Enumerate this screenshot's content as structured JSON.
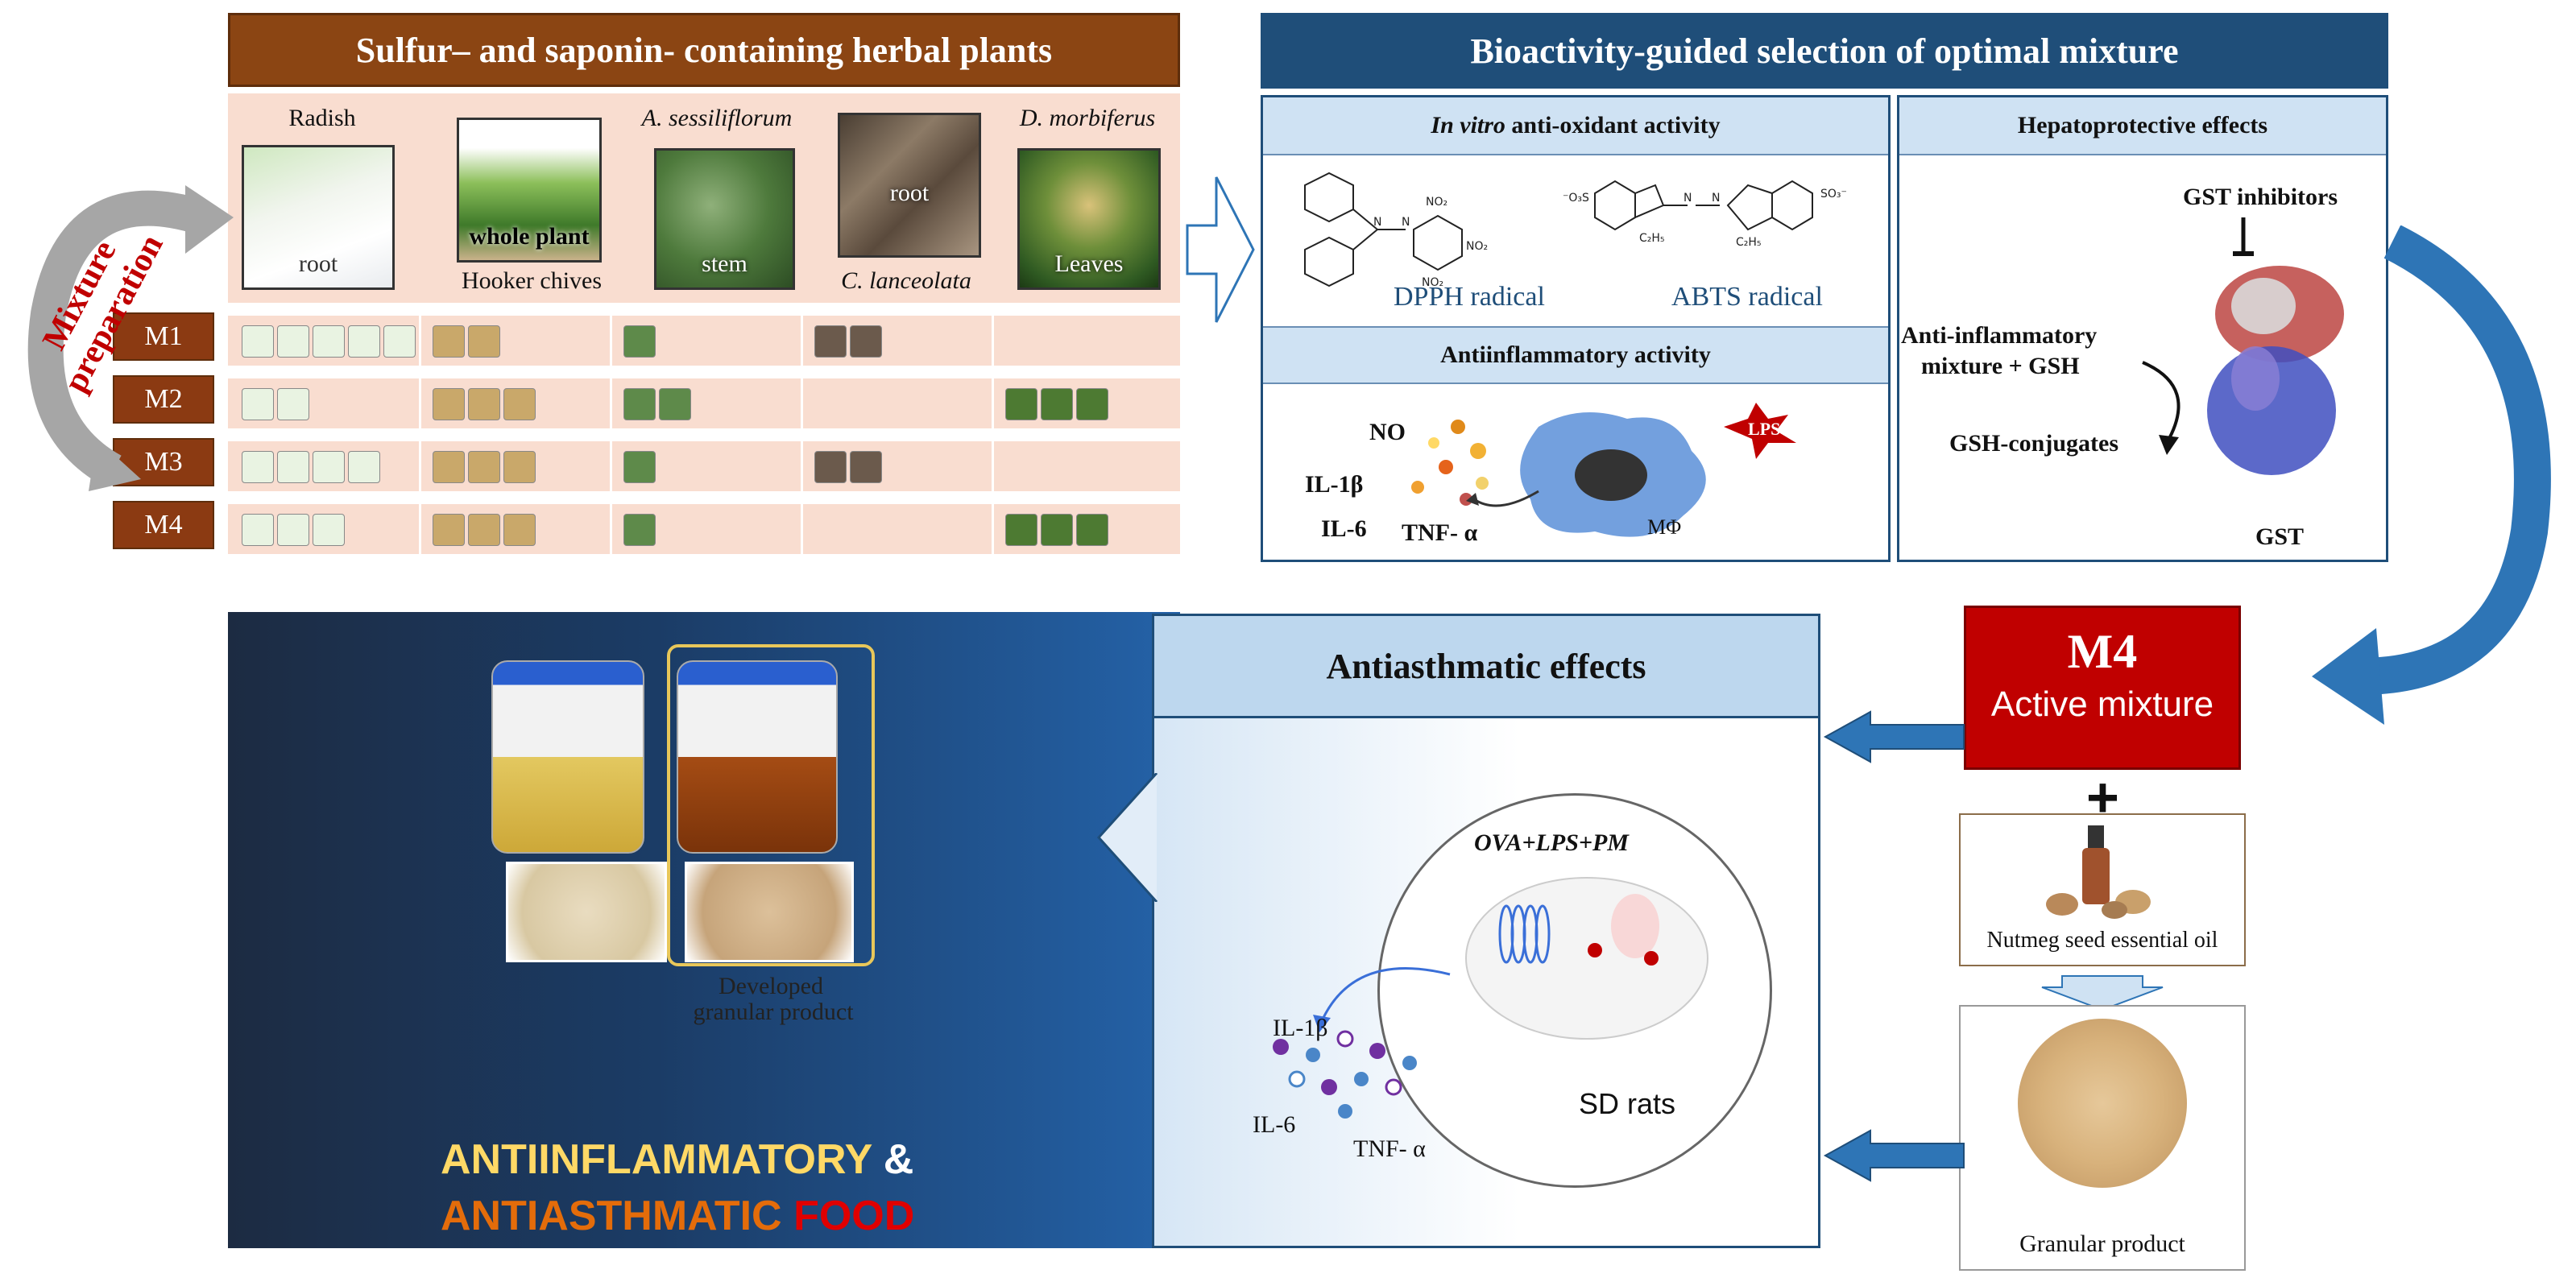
{
  "panel_herbal": {
    "title": "Sulfur– and saponin- containing herbal plants",
    "side_label": "Mixture preparation",
    "plants": [
      {
        "name_top": "Radish",
        "photo_label": "root",
        "name_bottom": ""
      },
      {
        "name_top": "",
        "photo_label": "whole plant",
        "name_bottom": "Hooker chives"
      },
      {
        "name_top": "A. sessiliflorum",
        "photo_label": "stem",
        "name_bottom": ""
      },
      {
        "name_top": "",
        "photo_label": "root",
        "name_bottom": "C. lanceolata"
      },
      {
        "name_top": "D. morbiferus",
        "photo_label": "Leaves",
        "name_bottom": ""
      }
    ],
    "mixtures": [
      {
        "label": "M1",
        "counts": [
          5,
          2,
          1,
          2,
          0
        ]
      },
      {
        "label": "M2",
        "counts": [
          2,
          3,
          2,
          0,
          3
        ]
      },
      {
        "label": "M3",
        "counts": [
          4,
          3,
          1,
          2,
          0
        ]
      },
      {
        "label": "M4",
        "counts": [
          3,
          3,
          1,
          0,
          3
        ]
      }
    ]
  },
  "panel_bio": {
    "title": "Bioactivity-guided selection of optimal mixture",
    "antioxidant_title_italic": "In vitro",
    "antioxidant_title_rest": " anti-oxidant activity",
    "dpph": "DPPH radical",
    "abts": "ABTS radical",
    "antiinflam_title": "Antiinflammatory activity",
    "no": "NO",
    "il1b": "IL-1β",
    "il6": "IL-6",
    "tnfa": "TNF- α",
    "lps": "LPS",
    "macrophage": "MΦ",
    "hepato_title": "Hepatoprotective effects",
    "gst_inhibitors": "GST inhibitors",
    "mix_gsh_1": "Anti-inflammatory",
    "mix_gsh_2": "mixture + GSH",
    "gsh_conj": "GSH-conjugates",
    "gst": "GST"
  },
  "m4_box": {
    "title": "M4",
    "subtitle": "Active mixture"
  },
  "plus": "+",
  "nutmeg": "Nutmeg seed essential oil",
  "granular": "Granular product",
  "product_panel": {
    "developed_1": "Developed",
    "developed_2": "granular product",
    "food_1": "ANTIINFLAMMATORY",
    "amp": " &",
    "food_2": "ANTIASTHMATIC",
    "food_3": "FOOD"
  },
  "asthma_panel": {
    "title": "Antiasthmatic effects",
    "treatment": "OVA+LPS+PM",
    "rats": "SD rats",
    "il1b": "IL-1β",
    "il6": "IL-6",
    "tnfa": "TNF- α"
  },
  "colors": {
    "brown_header": "#8b4513",
    "blue_header": "#1f4e79",
    "m4_red": "#c00000",
    "antiinflammatory_text": "#ffd966",
    "antiasthmatic_text": "#e46c0a",
    "food_text": "#e00000"
  }
}
